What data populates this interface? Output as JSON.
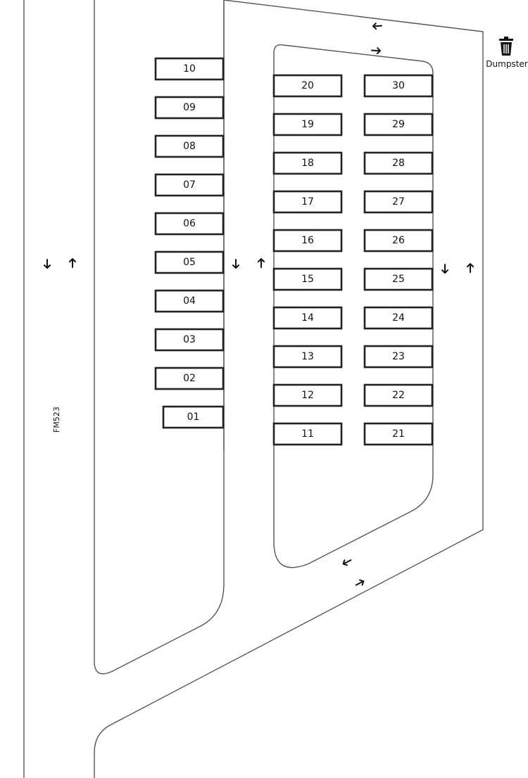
{
  "road_label": "FM523",
  "dumpster_label": "Dumpster",
  "dumpster_icon": "trash-icon",
  "slots": [
    "01",
    "02",
    "03",
    "04",
    "05",
    "06",
    "07",
    "08",
    "09",
    "10",
    "11",
    "12",
    "13",
    "14",
    "15",
    "16",
    "17",
    "18",
    "19",
    "20",
    "21",
    "22",
    "23",
    "24",
    "25",
    "26",
    "27",
    "28",
    "29",
    "30"
  ],
  "arrow_icons": [
    "arrow-down-icon",
    "arrow-up-icon",
    "arrow-left-icon",
    "arrow-right-icon"
  ]
}
